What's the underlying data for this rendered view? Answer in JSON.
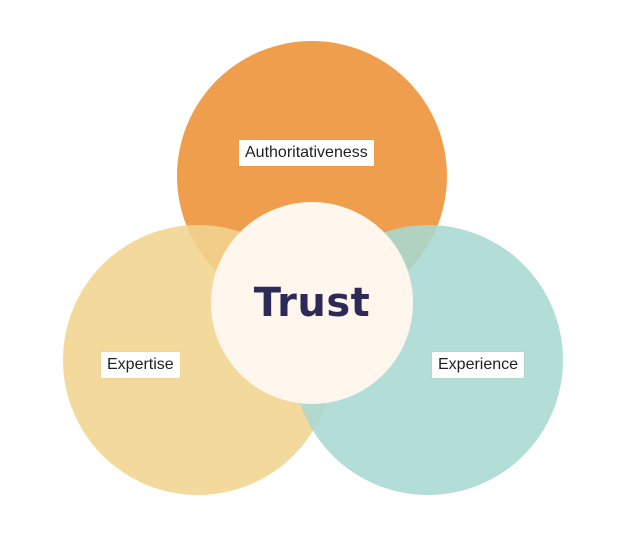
{
  "diagram": {
    "labels": {
      "top": "Authoritativeness",
      "left": "Expertise",
      "right": "Experience",
      "center": "Trust"
    },
    "colors": {
      "authoritativeness": "#EE9944",
      "expertise": "#F2D48F",
      "experience": "#A9D8D1",
      "trust": "#FFF6EE",
      "center_text": "#2E2A56"
    }
  }
}
